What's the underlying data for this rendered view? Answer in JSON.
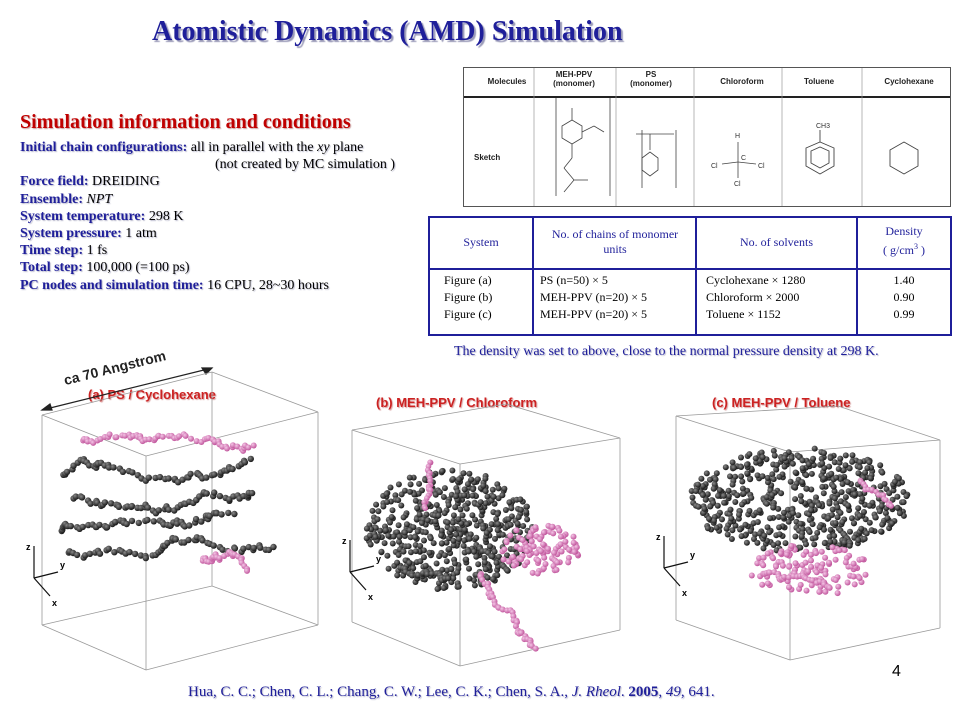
{
  "title": "Atomistic Dynamics (AMD) Simulation",
  "info": {
    "heading": "Simulation information and conditions",
    "rows": [
      {
        "label": "Initial chain configurations:",
        "value": "all in parallel with the ",
        "value_italic": "xy",
        "value_tail": " plane"
      },
      {
        "label": "",
        "value": "(not created by MC simulation )",
        "value_italic": "",
        "value_tail": ""
      },
      {
        "label": "Force field:",
        "value": "DREIDING",
        "value_italic": "",
        "value_tail": ""
      },
      {
        "label": "Ensemble:",
        "value": "",
        "value_italic": "NPT",
        "value_tail": ""
      },
      {
        "label": "System temperature:",
        "value": "298 K",
        "value_italic": "",
        "value_tail": ""
      },
      {
        "label": "System pressure:",
        "value": "1 atm",
        "value_italic": "",
        "value_tail": ""
      },
      {
        "label": "Time step:",
        "value": "1 fs",
        "value_italic": "",
        "value_tail": ""
      },
      {
        "label": "Total step:",
        "value": "100,000 (=100 ps)",
        "value_italic": "",
        "value_tail": ""
      },
      {
        "label": "PC nodes and simulation time:",
        "value": "16 CPU, 28~30 hours",
        "value_italic": "",
        "value_tail": ""
      }
    ]
  },
  "molecules": {
    "headers": [
      "Molecules",
      "MEH-PPV (monomer)",
      "PS (monomer)",
      "Chloroform",
      "Toluene",
      "Cyclohexane"
    ],
    "row_label": "Sketch",
    "chloroform_atoms": [
      "H",
      "C",
      "Cl",
      "Cl",
      "Cl"
    ],
    "toluene_group": "CH3"
  },
  "system_table": {
    "headers": {
      "system": "System",
      "chains": "No. of chains of monomer units",
      "solvents": "No. of solvents",
      "density_label": "Density",
      "density_unit_open": "( g/cm",
      "density_sup": "3",
      "density_unit_close": " )"
    },
    "rows": [
      {
        "system": "Figure (a)",
        "chains": "PS (n=50) × 5",
        "solvents": "Cyclohexane × 1280",
        "density": "1.40"
      },
      {
        "system": "Figure (b)",
        "chains": "MEH-PPV (n=20) × 5",
        "solvents": "Chloroform × 2000",
        "density": "0.90"
      },
      {
        "system": "Figure (c)",
        "chains": "MEH-PPV (n=20) × 5",
        "solvents": "Toluene × 1152",
        "density": "0.99"
      }
    ]
  },
  "density_note": "The density was set to above, close to the normal pressure density at 298 K.",
  "panels": {
    "a_label": "(a) PS / Cyclohexane",
    "b_label": "(b) MEH-PPV / Chloroform",
    "c_label": "(c) MEH-PPV / Toluene",
    "scale_label": "ca 70 Angstrom",
    "axis_z": "z",
    "axis_y": "y",
    "axis_x": "x"
  },
  "colors": {
    "title": "#1f1f9a",
    "heading": "#c00000",
    "panel_label": "#cc2222",
    "polymer": "#2b2b2b",
    "solvent": "#d67fc0"
  },
  "citation": {
    "authors": "Hua, C. C.; Chen, C. L.;  Chang, C. W.; Lee, C. K.; Chen, S. A., ",
    "journal": "J. Rheol",
    "dot": ". ",
    "year": "2005",
    "sep1": ", ",
    "volume": "49",
    "sep2": ", 641."
  },
  "page_number": "4"
}
